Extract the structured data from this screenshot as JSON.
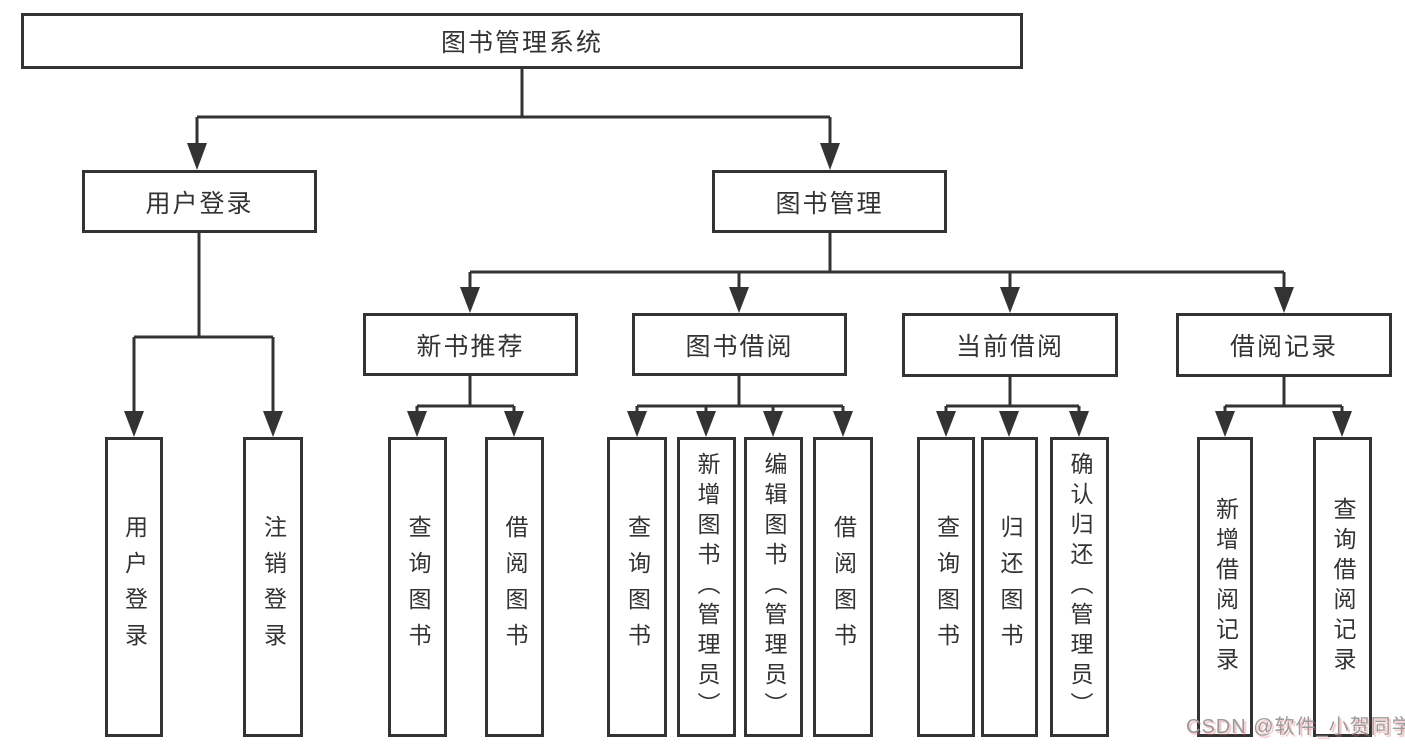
{
  "diagram": {
    "root": "图书管理系统",
    "branches": [
      {
        "label": "用户登录",
        "leaves": [
          "用户登录",
          "注销登录"
        ]
      },
      {
        "label": "图书管理",
        "sections": [
          {
            "label": "新书推荐",
            "leaves": [
              "查询图书",
              "借阅图书"
            ]
          },
          {
            "label": "图书借阅",
            "leaves": [
              "查询图书",
              "新增图书（管理员）",
              "编辑图书（管理员）",
              "借阅图书"
            ]
          },
          {
            "label": "当前借阅",
            "leaves": [
              "查询图书",
              "归还图书",
              "确认归还（管理员）"
            ]
          },
          {
            "label": "借阅记录",
            "leaves": [
              "新增借阅记录",
              "查询借阅记录"
            ]
          }
        ]
      }
    ]
  },
  "watermark": {
    "text": "CSDN @软件_小贺同学"
  },
  "colors": {
    "line": "#333333",
    "text": "#333333",
    "box_border": "#333333",
    "background": "#ffffff",
    "watermark": "#9b9b9b"
  }
}
